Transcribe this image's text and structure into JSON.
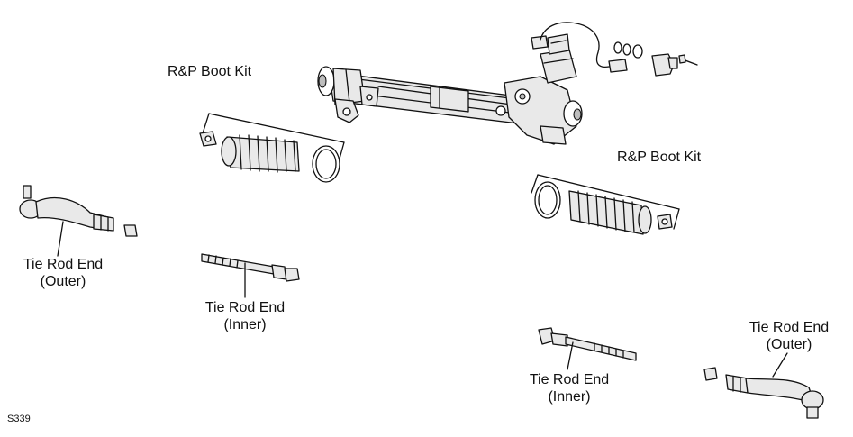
{
  "diagram": {
    "code": "S339",
    "labels": {
      "boot_kit_left": "R&P Boot Kit",
      "boot_kit_right": "R&P Boot Kit",
      "tie_outer_left_1": "Tie Rod End",
      "tie_outer_left_2": "(Outer)",
      "tie_inner_left_1": "Tie Rod End",
      "tie_inner_left_2": "(Inner)",
      "tie_inner_right_1": "Tie Rod End",
      "tie_inner_right_2": "(Inner)",
      "tie_outer_right_1": "Tie Rod End",
      "tie_outer_right_2": "(Outer)"
    }
  }
}
